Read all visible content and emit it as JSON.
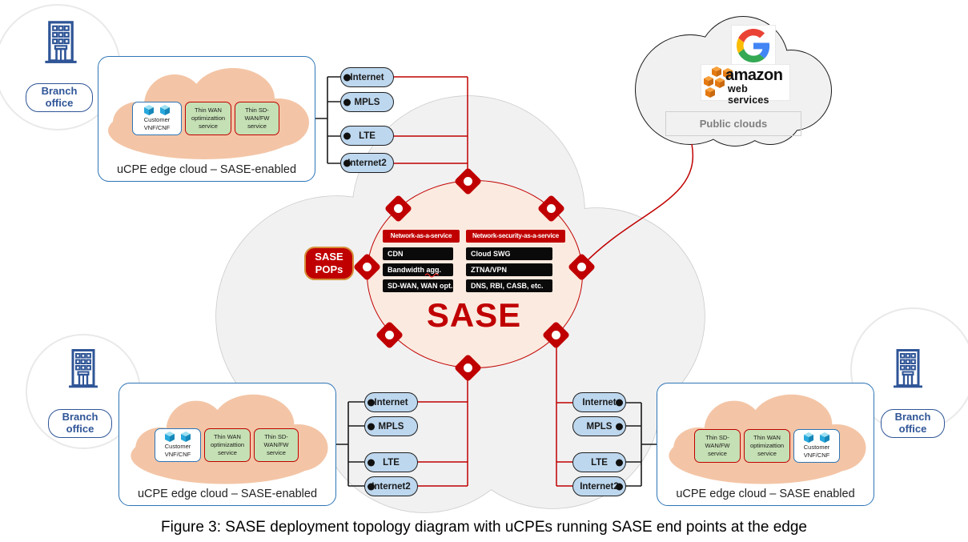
{
  "figure_caption": "Figure 3: SASE deployment topology diagram with uCPEs running SASE end points at the edge",
  "branch_office_label": "Branch office",
  "edge_clouds": [
    {
      "position": "top-left",
      "caption": "uCPE edge cloud – SASE-enabled",
      "services": [
        {
          "label": "Customer VNF/CNF"
        },
        {
          "label": "Thin WAN optimizattion service"
        },
        {
          "label": "Thin SD-WAN/FW service"
        }
      ]
    },
    {
      "position": "bottom-left",
      "caption": "uCPE edge cloud – SASE-enabled",
      "services": [
        {
          "label": "Customer VNF/CNF"
        },
        {
          "label": "Thin WAN optimizattion service"
        },
        {
          "label": "Thin SD-WAN/FW service"
        }
      ]
    },
    {
      "position": "bottom-right",
      "caption": "uCPE edge cloud – SASE enabled",
      "services": [
        {
          "label": "Thin SD-WAN/FW service"
        },
        {
          "label": "Thin WAN optimizattion service"
        },
        {
          "label": "Customer VNF/CNF"
        }
      ]
    }
  ],
  "link_groups": [
    {
      "position": "top-left",
      "links": [
        "Internet",
        "MPLS",
        "LTE",
        "Internet2"
      ]
    },
    {
      "position": "bottom-left",
      "links": [
        "Internet",
        "MPLS",
        "LTE",
        "Internet2"
      ]
    },
    {
      "position": "bottom-right",
      "links": [
        "Internet",
        "MPLS",
        "LTE",
        "Internet2"
      ]
    }
  ],
  "sase": {
    "title": "SASE",
    "pops_label": "SASE POPs",
    "network_as_a_service": {
      "header": "Network-as-a-service",
      "items": [
        "CDN",
        "Bandwidth agg.",
        "SD-WAN, WAN opt."
      ]
    },
    "network_security_as_a_service": {
      "header": "Network-security-as-a-service",
      "items": [
        "Cloud SWG",
        "ZTNA/VPN",
        "DNS, RBI, CASB, etc."
      ]
    }
  },
  "public_cloud": {
    "label": "Public clouds",
    "amazon_wordmark": "amazon",
    "amazon_sub": "web services",
    "providers": [
      "Google",
      "Amazon Web Services"
    ]
  },
  "icons": {
    "building": "branch-office-building-icon",
    "cube": "vnf-cube-icon",
    "diamond": "sase-pop-node-icon"
  },
  "colors": {
    "accent_red": "#C00000",
    "pill_blue": "#BDD7EE",
    "cloud_peach": "#F3C5A6",
    "service_green": "#C5E0B4",
    "branch_blue": "#2F5597",
    "gray_cloud": "#F1F1F2"
  }
}
